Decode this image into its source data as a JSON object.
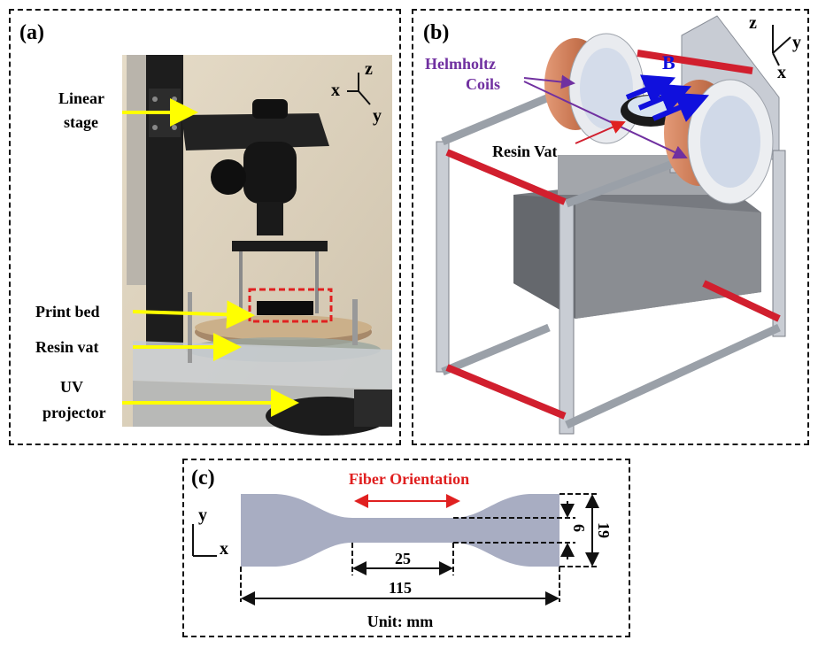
{
  "panel_a": {
    "label": "(a)",
    "axes": {
      "x": "x",
      "y": "y",
      "z": "z"
    },
    "callouts": {
      "linear_stage_1": "Linear",
      "linear_stage_2": "stage",
      "print_bed": "Print bed",
      "resin_vat": "Resin vat",
      "uv_1": "UV",
      "uv_2": "projector"
    },
    "arrow_color": "#ffff00",
    "highlight_color": "#e02020"
  },
  "panel_b": {
    "label": "(b)",
    "axes": {
      "x": "x",
      "y": "y",
      "z": "z"
    },
    "helmholtz_1": "Helmholtz",
    "helmholtz_2": "Coils",
    "b_field": "B",
    "resin_vat": "Resin Vat",
    "coil_color": "#c87550",
    "rail_color": "#d11f2e",
    "label_color": "#7030a0",
    "field_color": "#1010dd"
  },
  "panel_c": {
    "label": "(c)",
    "fiber_orientation": "Fiber Orientation",
    "axes": {
      "x": "x",
      "y": "y"
    },
    "dim_25": "25",
    "dim_115": "115",
    "dim_6": "6",
    "dim_19": "19",
    "unit": "Unit: mm",
    "specimen_color": "#a8adc2",
    "fiber_color": "#e02020"
  }
}
